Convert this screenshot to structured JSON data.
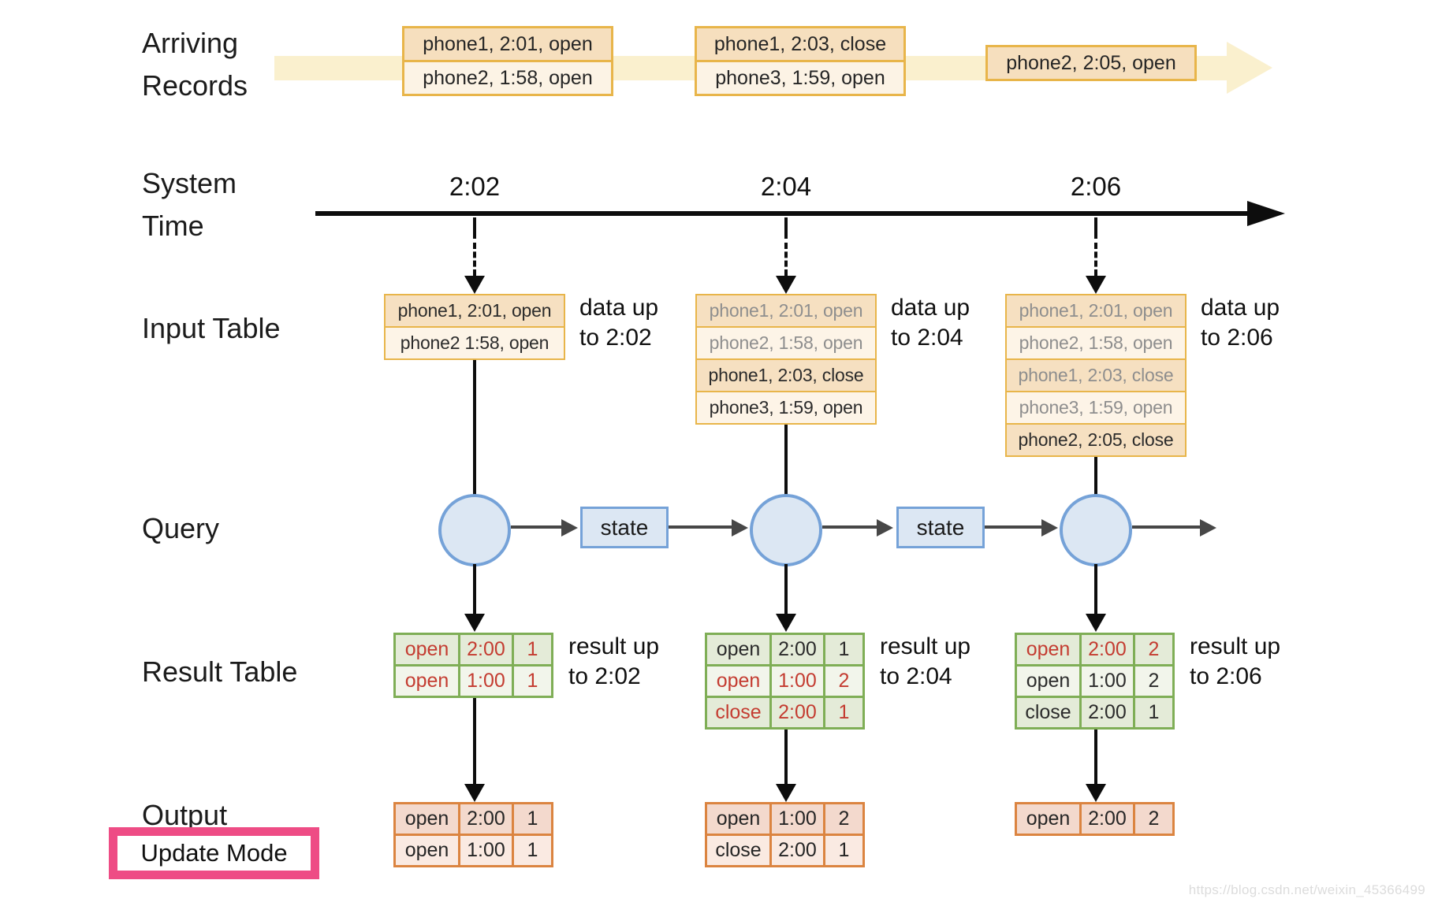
{
  "left_labels": {
    "arriving_1": "Arriving",
    "arriving_2": "Records",
    "system_1": "System",
    "system_2": "Time",
    "input_table": "Input Table",
    "query": "Query",
    "result_table": "Result Table",
    "output": "Output",
    "update_mode": "Update Mode"
  },
  "arriving": {
    "groups": [
      {
        "rows": [
          {
            "text": "phone1, 2:01, open"
          },
          {
            "text": "phone2, 1:58, open"
          }
        ]
      },
      {
        "rows": [
          {
            "text": "phone1, 2:03, close"
          },
          {
            "text": "phone3, 1:59, open"
          }
        ]
      },
      {
        "rows": [
          {
            "text": "phone2, 2:05, open"
          }
        ]
      }
    ]
  },
  "timeline": {
    "ticks": [
      "2:02",
      "2:04",
      "2:06"
    ]
  },
  "state_label": "state",
  "columns": [
    {
      "tick": "2:02",
      "input_rows": [
        {
          "text": "phone1, 2:01, open",
          "status": "new"
        },
        {
          "text": "phone2 1:58, open",
          "status": "new"
        }
      ],
      "data_note": [
        "data up",
        "to 2:02"
      ],
      "result_rows": [
        {
          "cells": [
            "open",
            "2:00",
            "1"
          ],
          "changed": true
        },
        {
          "cells": [
            "open",
            "1:00",
            "1"
          ],
          "changed": true
        }
      ],
      "result_note": [
        "result up",
        "to 2:02"
      ],
      "output_rows": [
        {
          "cells": [
            "open",
            "2:00",
            "1"
          ]
        },
        {
          "cells": [
            "open",
            "1:00",
            "1"
          ]
        }
      ]
    },
    {
      "tick": "2:04",
      "input_rows": [
        {
          "text": "phone1, 2:01, open",
          "status": "old"
        },
        {
          "text": "phone2, 1:58, open",
          "status": "old"
        },
        {
          "text": "phone1, 2:03, close",
          "status": "new"
        },
        {
          "text": "phone3, 1:59, open",
          "status": "new"
        }
      ],
      "data_note": [
        "data up",
        "to 2:04"
      ],
      "result_rows": [
        {
          "cells": [
            "open",
            "2:00",
            "1"
          ],
          "changed": false
        },
        {
          "cells": [
            "open",
            "1:00",
            "2"
          ],
          "changed": true
        },
        {
          "cells": [
            "close",
            "2:00",
            "1"
          ],
          "changed": true
        }
      ],
      "result_note": [
        "result up",
        "to 2:04"
      ],
      "output_rows": [
        {
          "cells": [
            "open",
            "1:00",
            "2"
          ]
        },
        {
          "cells": [
            "close",
            "2:00",
            "1"
          ]
        }
      ]
    },
    {
      "tick": "2:06",
      "input_rows": [
        {
          "text": "phone1, 2:01, open",
          "status": "old"
        },
        {
          "text": "phone2, 1:58, open",
          "status": "old"
        },
        {
          "text": "phone1, 2:03, close",
          "status": "old"
        },
        {
          "text": "phone3, 1:59, open",
          "status": "old"
        },
        {
          "text": "phone2, 2:05, close",
          "status": "new"
        }
      ],
      "data_note": [
        "data up",
        "to 2:06"
      ],
      "result_rows": [
        {
          "cells": [
            "open",
            "2:00",
            "2"
          ],
          "changed": true
        },
        {
          "cells": [
            "open",
            "1:00",
            "2"
          ],
          "changed": false
        },
        {
          "cells": [
            "close",
            "2:00",
            "1"
          ],
          "changed": false
        }
      ],
      "result_note": [
        "result up",
        "to 2:06"
      ],
      "output_rows": [
        {
          "cells": [
            "open",
            "2:00",
            "2"
          ]
        }
      ]
    }
  ],
  "colors": {
    "record_border": "#E8B54A",
    "record_fill_dark": "#F6DFBE",
    "record_fill_light": "#FCF3E5",
    "band_yellow": "#FAF0CE",
    "old_row_text": "#8E8E8E",
    "query_border_blue": "#75A2D8",
    "query_fill_blue": "#DCE7F3",
    "result_border_green": "#7FAE56",
    "result_fill_dark": "#E4EBD8",
    "result_fill_light": "#F2F5EB",
    "changed_text_red": "#C43C31",
    "output_border_orange": "#DB8440",
    "output_fill_dark": "#F3D9CD",
    "output_fill_light": "#FAEAE2",
    "update_mode_border_pink": "#EE4C85"
  },
  "watermark": "https://blog.csdn.net/weixin_45366499"
}
